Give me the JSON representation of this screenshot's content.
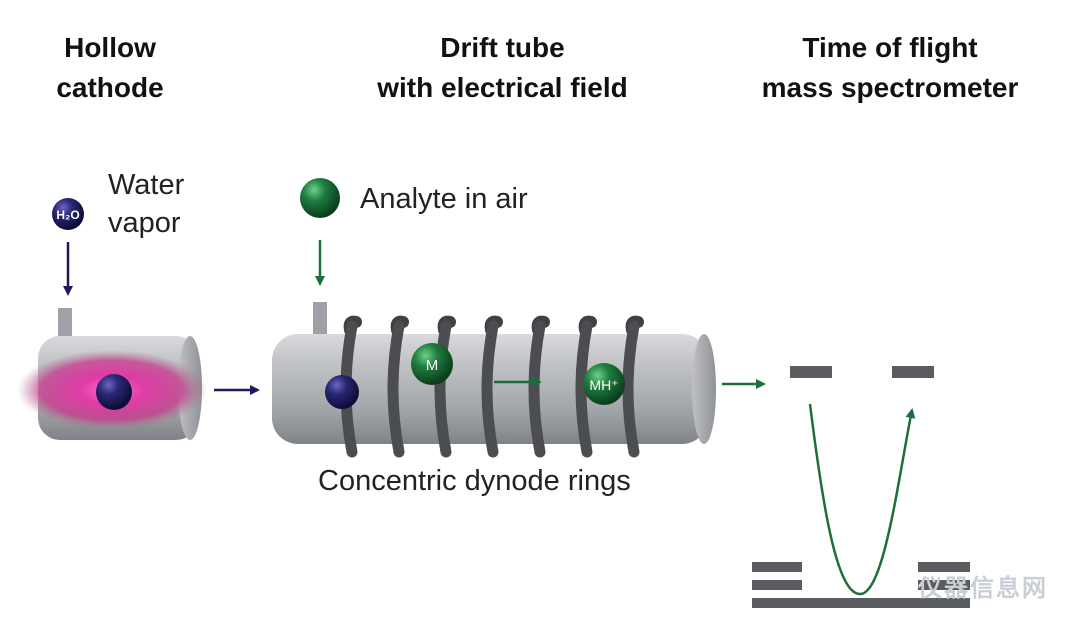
{
  "titles": {
    "hollow_cathode": "Hollow\ncathode",
    "drift_tube": "Drift tube\nwith electrical field",
    "tof": "Time of flight\nmass spectrometer"
  },
  "labels": {
    "water_vapor": "Water\nvapor",
    "analyte": "Analyte in air",
    "rings": "Concentric dynode rings"
  },
  "molecules": {
    "h2o": "H₂O",
    "m": "M",
    "mh": "MH⁺"
  },
  "watermark": "仪器信息网",
  "colors": {
    "navy": "#1d1b5e",
    "green": "#1e6e3a",
    "tube_gray": "#a9acb0",
    "ring_dark": "#4b4d50",
    "plasma_pink": "#d62a8f"
  }
}
